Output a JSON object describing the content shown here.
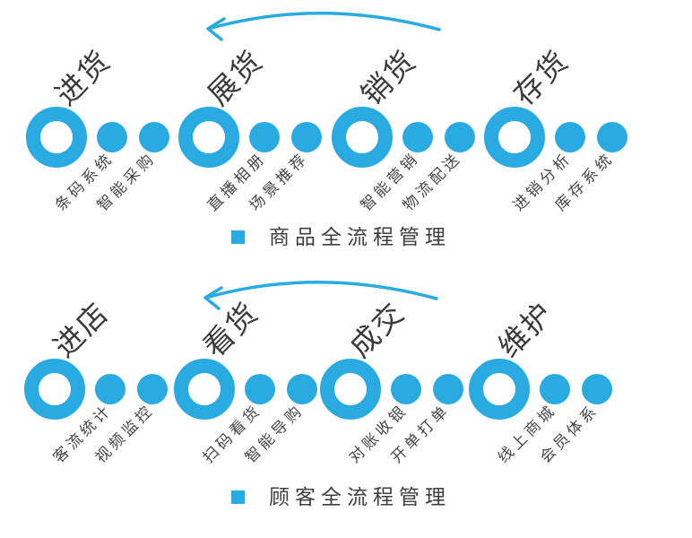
{
  "accent_color": "#29ABE2",
  "flows": [
    {
      "legend": "商品全流程管理",
      "stages": [
        {
          "label": "进货",
          "features": [
            "条码系统",
            "智能采购"
          ]
        },
        {
          "label": "展货",
          "features": [
            "直播相册",
            "场景推荐"
          ]
        },
        {
          "label": "销货",
          "features": [
            "智能营销",
            "物流配送"
          ]
        },
        {
          "label": "存货",
          "features": [
            "进销分析",
            "库存系统"
          ]
        }
      ]
    },
    {
      "legend": "顾客全流程管理",
      "stages": [
        {
          "label": "进店",
          "features": [
            "客流统计",
            "视频监控"
          ]
        },
        {
          "label": "看货",
          "features": [
            "扫码看货",
            "智能导购"
          ]
        },
        {
          "label": "成交",
          "features": [
            "对账收银",
            "开单打单"
          ]
        },
        {
          "label": "维护",
          "features": [
            "线上商城",
            "会员体系"
          ]
        }
      ]
    }
  ]
}
